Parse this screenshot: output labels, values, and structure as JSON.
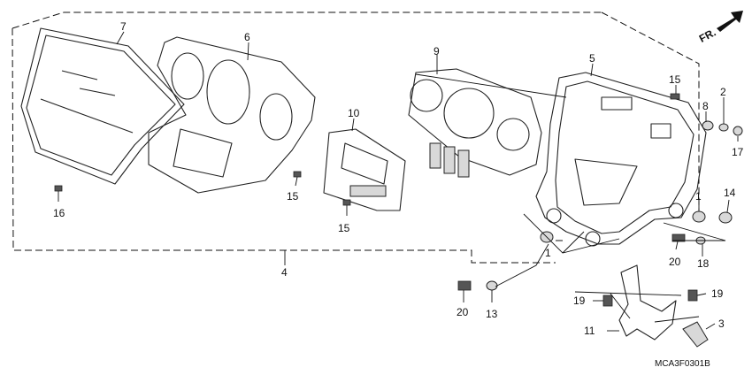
{
  "callouts": [
    {
      "id": "c1a",
      "text": "1"
    },
    {
      "id": "c1b",
      "text": "1"
    },
    {
      "id": "c2",
      "text": "2"
    },
    {
      "id": "c3",
      "text": "3"
    },
    {
      "id": "c4",
      "text": "4"
    },
    {
      "id": "c5",
      "text": "5"
    },
    {
      "id": "c6",
      "text": "6"
    },
    {
      "id": "c7",
      "text": "7"
    },
    {
      "id": "c8",
      "text": "8"
    },
    {
      "id": "c9",
      "text": "9"
    },
    {
      "id": "c10",
      "text": "10"
    },
    {
      "id": "c11",
      "text": "11"
    },
    {
      "id": "c13",
      "text": "13"
    },
    {
      "id": "c14",
      "text": "14"
    },
    {
      "id": "c15a",
      "text": "15"
    },
    {
      "id": "c15b",
      "text": "15"
    },
    {
      "id": "c15c",
      "text": "15"
    },
    {
      "id": "c16",
      "text": "16"
    },
    {
      "id": "c17",
      "text": "17"
    },
    {
      "id": "c18",
      "text": "18"
    },
    {
      "id": "c19a",
      "text": "19"
    },
    {
      "id": "c19b",
      "text": "19"
    },
    {
      "id": "c20a",
      "text": "20"
    },
    {
      "id": "c20b",
      "text": "20"
    }
  ],
  "front_marker": "FR.",
  "diagram_code": "MCA3F0301B"
}
